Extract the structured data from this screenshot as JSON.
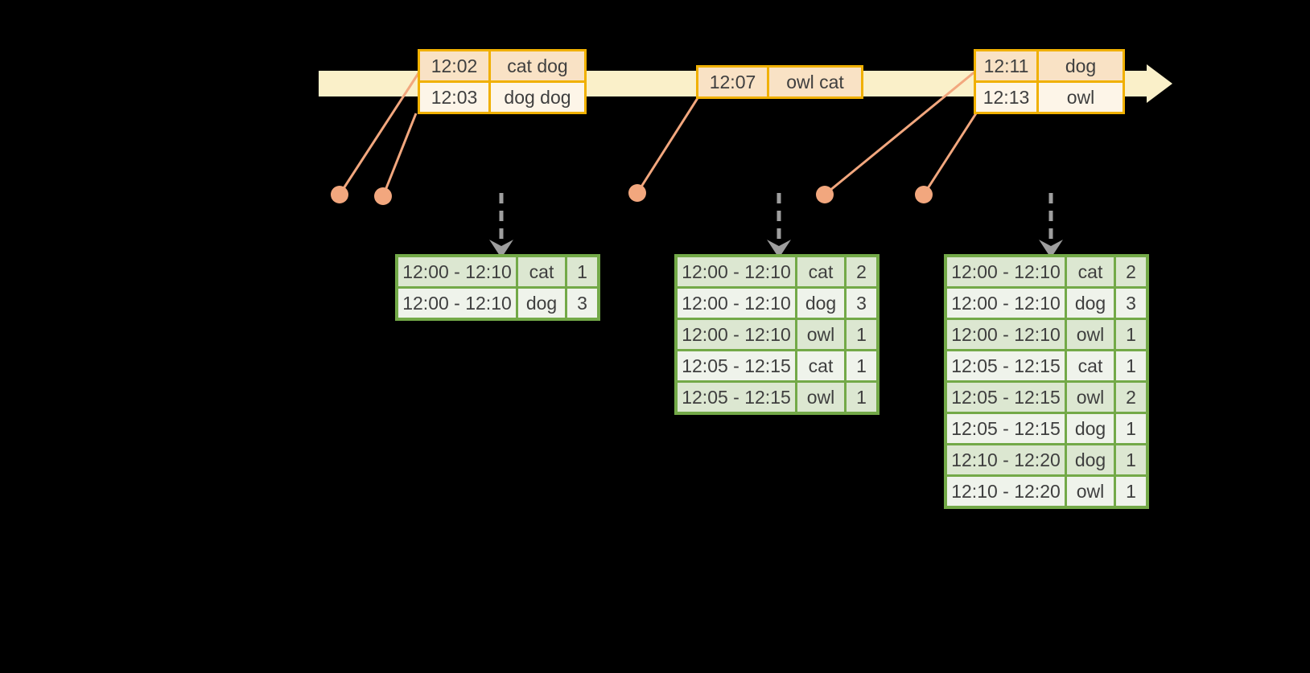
{
  "colors": {
    "background": "#000000",
    "timeline_fill": "#FAF0C9",
    "event_table_border": "#F0B000",
    "event_row_dark": "#F9E2C5",
    "event_row_light": "#FDF5E8",
    "connector_orange": "#F2A77E",
    "trigger_arrow_gray": "#9E9E9E",
    "result_table_border": "#73A948",
    "result_row_dark": "#DCE7D1",
    "result_row_light": "#EFF3EB",
    "text": "#3F3F3F"
  },
  "timeline": {
    "event_tables": [
      {
        "id": "A",
        "rows": [
          [
            "12:02",
            "cat dog"
          ],
          [
            "12:03",
            "dog dog"
          ]
        ]
      },
      {
        "id": "B",
        "rows": [
          [
            "12:07",
            "owl cat"
          ]
        ]
      },
      {
        "id": "C",
        "rows": [
          [
            "12:11",
            "dog"
          ],
          [
            "12:13",
            "owl"
          ]
        ]
      }
    ]
  },
  "result_tables": [
    {
      "id": "T1",
      "rows": [
        [
          "12:00 - 12:10",
          "cat",
          "1"
        ],
        [
          "12:00 - 12:10",
          "dog",
          "3"
        ]
      ]
    },
    {
      "id": "T2",
      "rows": [
        [
          "12:00 - 12:10",
          "cat",
          "2"
        ],
        [
          "12:00 - 12:10",
          "dog",
          "3"
        ],
        [
          "12:00 - 12:10",
          "owl",
          "1"
        ],
        [
          "12:05 - 12:15",
          "cat",
          "1"
        ],
        [
          "12:05 - 12:15",
          "owl",
          "1"
        ]
      ]
    },
    {
      "id": "T3",
      "rows": [
        [
          "12:00 - 12:10",
          "cat",
          "2"
        ],
        [
          "12:00 - 12:10",
          "dog",
          "3"
        ],
        [
          "12:00 - 12:10",
          "owl",
          "1"
        ],
        [
          "12:05 - 12:15",
          "cat",
          "1"
        ],
        [
          "12:05 - 12:15",
          "owl",
          "2"
        ],
        [
          "12:05 - 12:15",
          "dog",
          "1"
        ],
        [
          "12:10 - 12:20",
          "dog",
          "1"
        ],
        [
          "12:10 - 12:20",
          "owl",
          "1"
        ]
      ]
    }
  ]
}
